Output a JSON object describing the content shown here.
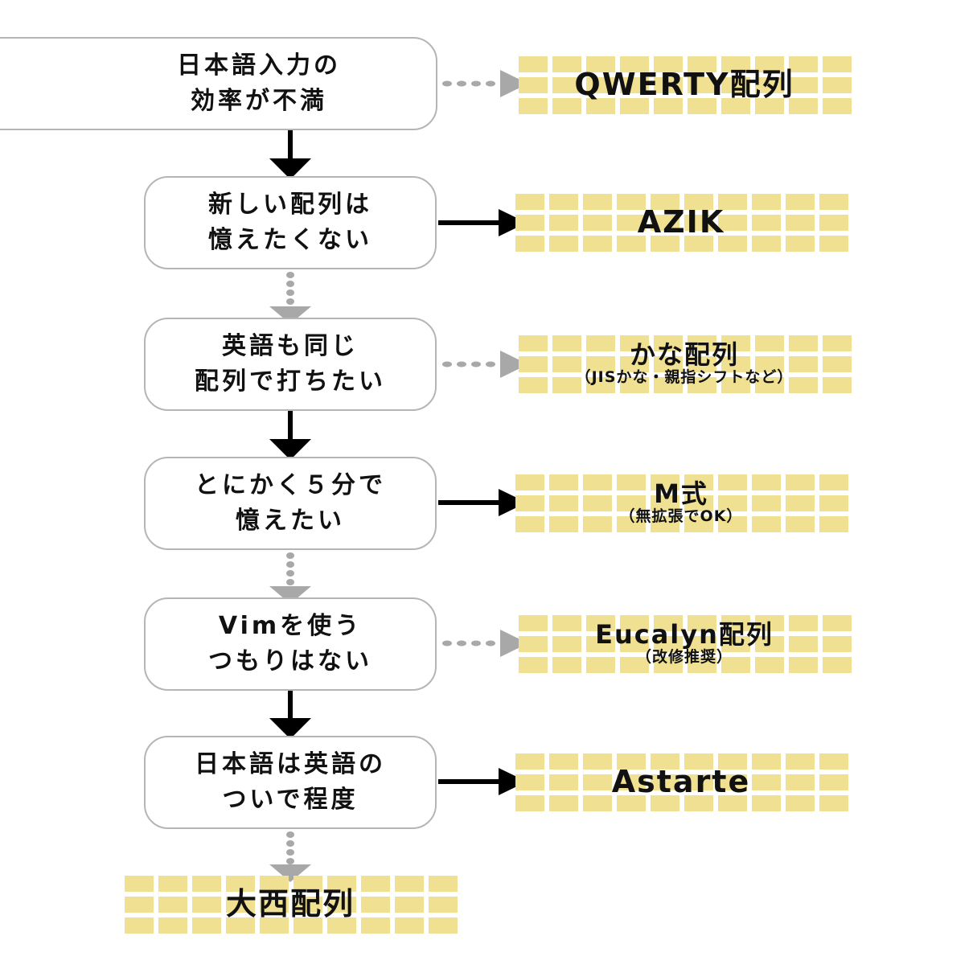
{
  "colors": {
    "grid_cell": "#f0e192",
    "box_border": "#b5b5b5",
    "solid_arrow": "#000000",
    "dotted_arrow": "#a8a8a8"
  },
  "questions": [
    {
      "line1": "日本語入力の",
      "line2": "効率が不満",
      "no_arrow": "dotted",
      "yes_arrow": "solid"
    },
    {
      "line1": "新しい配列は",
      "line2": "憶えたくない",
      "no_arrow": "solid",
      "yes_arrow": "dotted"
    },
    {
      "line1": "英語も同じ",
      "line2": "配列で打ちたい",
      "no_arrow": "dotted",
      "yes_arrow": "solid"
    },
    {
      "line1": "とにかく５分で",
      "line2": "憶えたい",
      "no_arrow": "solid",
      "yes_arrow": "dotted"
    },
    {
      "line1": "Vimを使う",
      "line2": "つもりはない",
      "no_arrow": "dotted",
      "yes_arrow": "solid"
    },
    {
      "line1": "日本語は英語の",
      "line2": "ついで程度",
      "no_arrow": "solid",
      "yes_arrow": "dotted"
    }
  ],
  "results": [
    {
      "name": "QWERTY配列",
      "note": ""
    },
    {
      "name": "AZIK",
      "note": ""
    },
    {
      "name": "かな配列",
      "note": "（JISかな・親指シフトなど）"
    },
    {
      "name": "M式",
      "note": "（無拡張でOK）"
    },
    {
      "name": "Eucalyn配列",
      "note": "（改修推奨）"
    },
    {
      "name": "Astarte",
      "note": ""
    },
    {
      "name": "大西配列",
      "note": ""
    }
  ]
}
